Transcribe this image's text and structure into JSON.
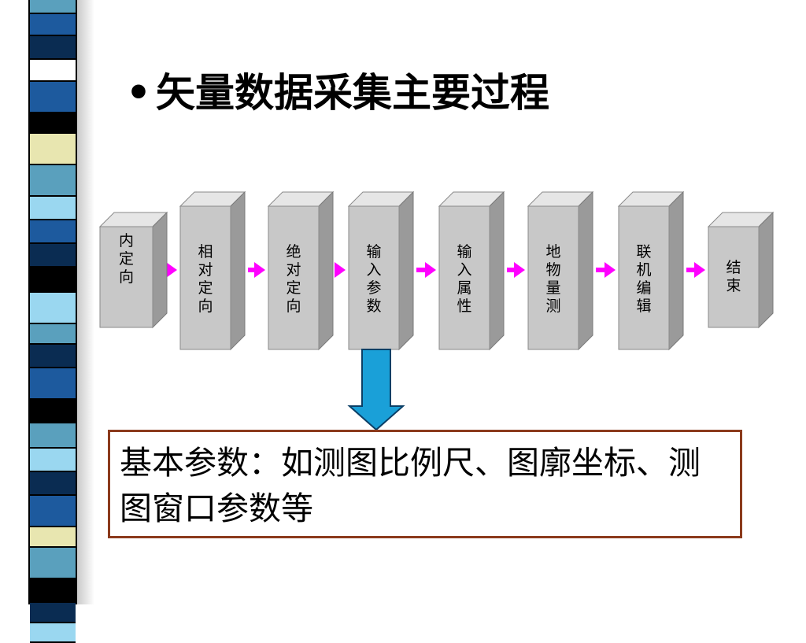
{
  "slide": {
    "bullet": "•",
    "title": "矢量数据采集主要过程",
    "note": "基本参数：如测图比例尺、图廓坐标、测图窗口参数等"
  },
  "flow_steps": [
    {
      "label": "内定向"
    },
    {
      "label": "相对定向"
    },
    {
      "label": "绝对定向"
    },
    {
      "label": "输入参数"
    },
    {
      "label": "输入属性"
    },
    {
      "label": "地物量测"
    },
    {
      "label": "联机编辑"
    },
    {
      "label": "结束"
    }
  ],
  "colors": {
    "box_front": "#c8c8c8",
    "box_top": "#e6e6e6",
    "box_side": "#9a9a9a",
    "connector_arrow": "#ff00ff",
    "down_arrow": "#1aa0d8",
    "note_border": "#8b3a1c"
  },
  "stripe_colors": [
    "#5aa0bd",
    "#1d5a9e",
    "#0a2c52",
    "#ffffff",
    "#1d5a9e",
    "#000000",
    "#e8e6b0",
    "#5aa0bd",
    "#9ad7f0",
    "#1d5a9e",
    "#0a2c52",
    "#000000",
    "#9ad7f0",
    "#5aa0bd",
    "#0a2c52",
    "#1d5a9e",
    "#000000",
    "#5aa0bd",
    "#9ad7f0",
    "#0a2c52",
    "#1d5a9e",
    "#e8e6b0",
    "#5aa0bd",
    "#000000",
    "#0a2c52",
    "#9ad7f0"
  ]
}
